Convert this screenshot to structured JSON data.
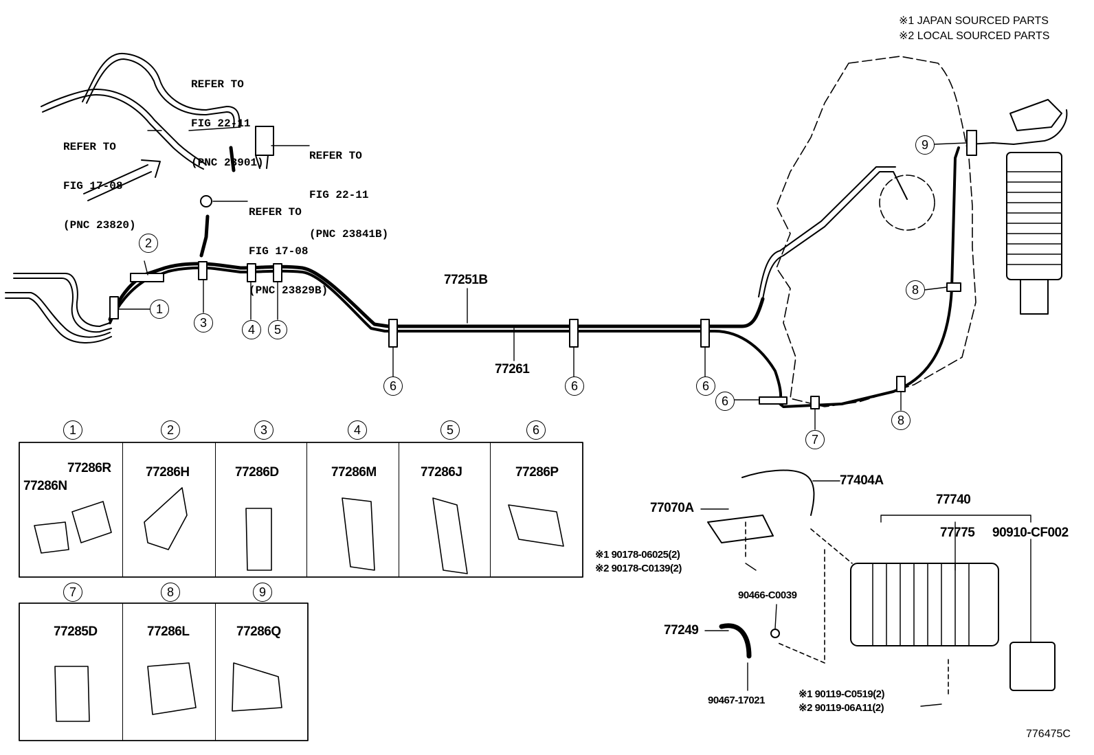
{
  "notes": {
    "japan": "※1 JAPAN SOURCED PARTS",
    "local": "※2 LOCAL SOURCED PARTS"
  },
  "references": {
    "r1": {
      "line1": "REFER TO",
      "line2": "FIG 22-11",
      "line3": "(PNC 23901)"
    },
    "r2": {
      "line1": "REFER TO",
      "line2": "FIG 17-08",
      "line3": "(PNC 23820)"
    },
    "r3": {
      "line1": "REFER TO",
      "line2": "FIG 22-11",
      "line3": "(PNC 23841B)"
    },
    "r4": {
      "line1": "REFER TO",
      "line2": "FIG 17-08",
      "line3": "(PNC 23829B)"
    }
  },
  "callouts": {
    "c1": "1",
    "c2": "2",
    "c3": "3",
    "c4": "4",
    "c5": "5",
    "c6": "6",
    "c7": "7",
    "c8": "8",
    "c9": "9"
  },
  "tube_parts": {
    "upper": "77251B",
    "lower": "77261"
  },
  "clamp_grid": {
    "headers": [
      "1",
      "2",
      "3",
      "4",
      "5",
      "6",
      "7",
      "8",
      "9"
    ],
    "parts": {
      "p1a": "77286R",
      "p1b": "77286N",
      "p2": "77286H",
      "p3": "77286D",
      "p4": "77286M",
      "p5": "77286J",
      "p6": "77286P",
      "p7": "77285D",
      "p8": "77286L",
      "p9": "77286Q"
    }
  },
  "canister_parts": {
    "hose_assy": "77404A",
    "valve": "77070A",
    "canister": "77740",
    "canister_sub": "77775",
    "filter": "90910-CF002",
    "bolt_v_jp": "※1 90178-06025(2)",
    "bolt_v_local": "※2 90178-C0139(2)",
    "clip": "90466-C0039",
    "hose": "77249",
    "clamp": "90467-17021",
    "bolt_c_jp": "※1 90119-C0519(2)",
    "bolt_c_local": "※2 90119-06A11(2)"
  },
  "diagram_code": "776475C"
}
